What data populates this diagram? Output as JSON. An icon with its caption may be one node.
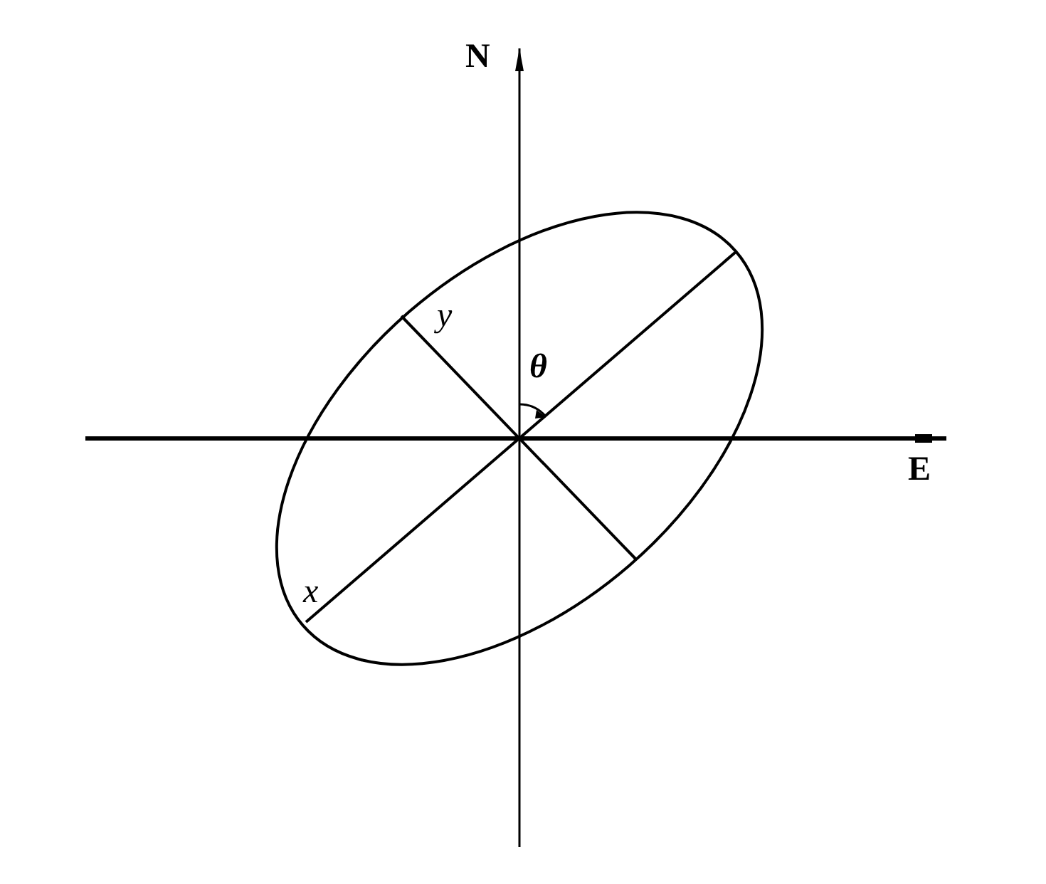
{
  "diagram": {
    "labels": [
      "N",
      "E",
      "y",
      "θ",
      "x"
    ]
  }
}
